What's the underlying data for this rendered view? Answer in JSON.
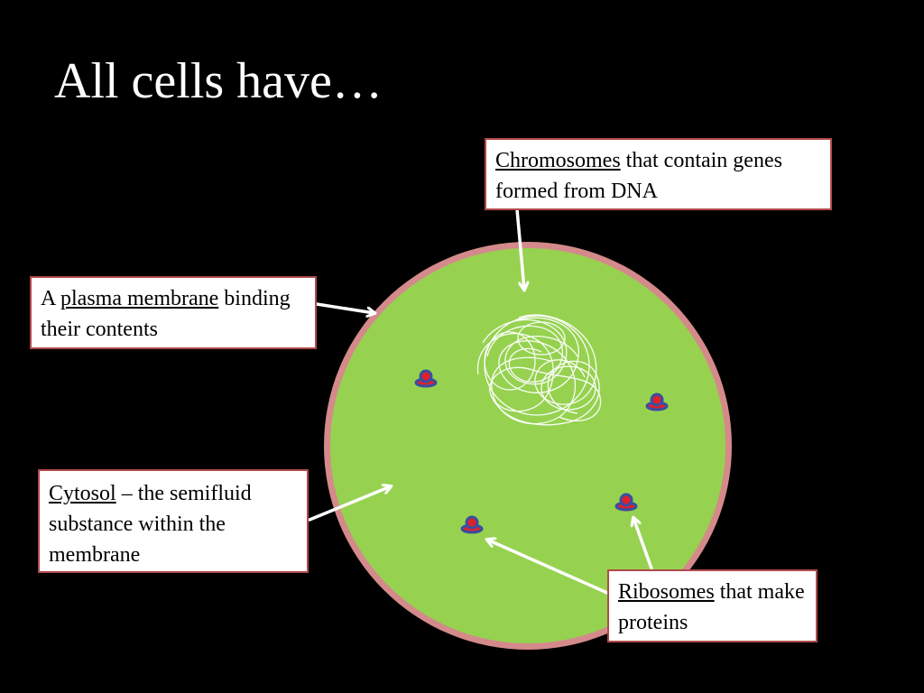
{
  "slide": {
    "title": "All cells have…"
  },
  "callouts": {
    "chromosomes": {
      "term": "Chromosomes",
      "rest": " that contain genes formed from DNA"
    },
    "plasma_membrane": {
      "prefix": "A ",
      "term": "plasma membrane",
      "rest": " binding their contents"
    },
    "cytosol": {
      "term": "Cytosol",
      "rest": " – the semifluid substance within the membrane"
    },
    "ribosomes": {
      "term": "Ribosomes",
      "rest": " that make proteins"
    }
  },
  "colors": {
    "background": "#000000",
    "cytoplasm": "#96d250",
    "membrane": "#d48a8a",
    "callout_border": "#b14a4a",
    "ribosome_body": "#e0202a",
    "ribosome_outline": "#3a4ea0",
    "dna": "#ffffff"
  }
}
